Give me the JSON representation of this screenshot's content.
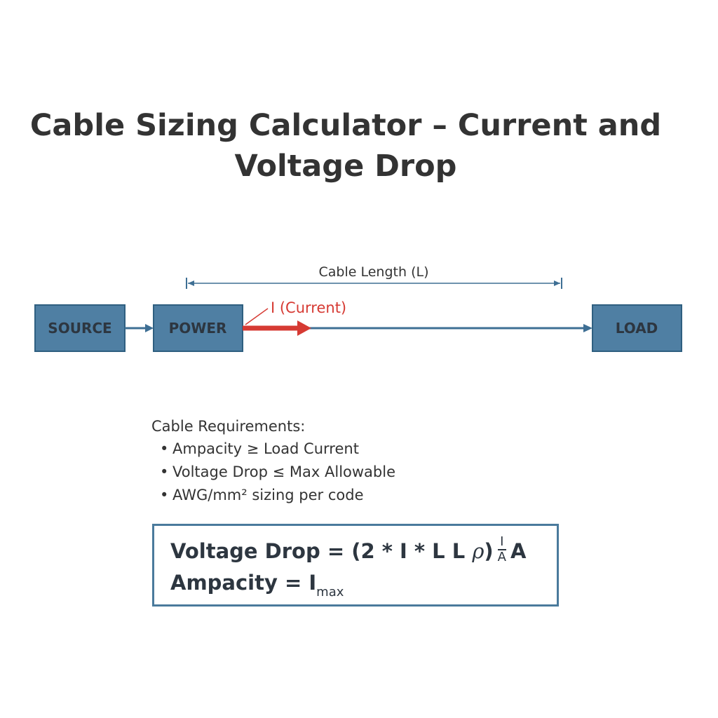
{
  "title": {
    "line1": "Cable Sizing Calculator – Current and",
    "line2": "Voltage Drop"
  },
  "diagram": {
    "nodes": {
      "source": "SOURCE",
      "power": "POWER",
      "load": "LOAD"
    },
    "dimension_label": "Cable Length (L)",
    "current_label": "I (Current)",
    "colors": {
      "box_fill": "#4f7fa3",
      "box_stroke": "#2f5f80",
      "wire": "#3e6f94",
      "current": "#d63a33"
    }
  },
  "requirements": {
    "heading": "Cable Requirements:",
    "bullet": "•",
    "items": [
      "Ampacity ≥ Load Current",
      "Voltage Drop ≤ Max Allowable",
      "AWG/mm² sizing per code"
    ]
  },
  "formula": {
    "vd_prefix": "Voltage Drop = (2 * I * L L ",
    "rho": "ρ",
    "close_paren": ")",
    "frac_num": "I",
    "frac_den": "A",
    "vd_suffix": "A",
    "amp_prefix": "Ampacity = I",
    "amp_sub": "max",
    "border_color": "#4a7a9c"
  }
}
